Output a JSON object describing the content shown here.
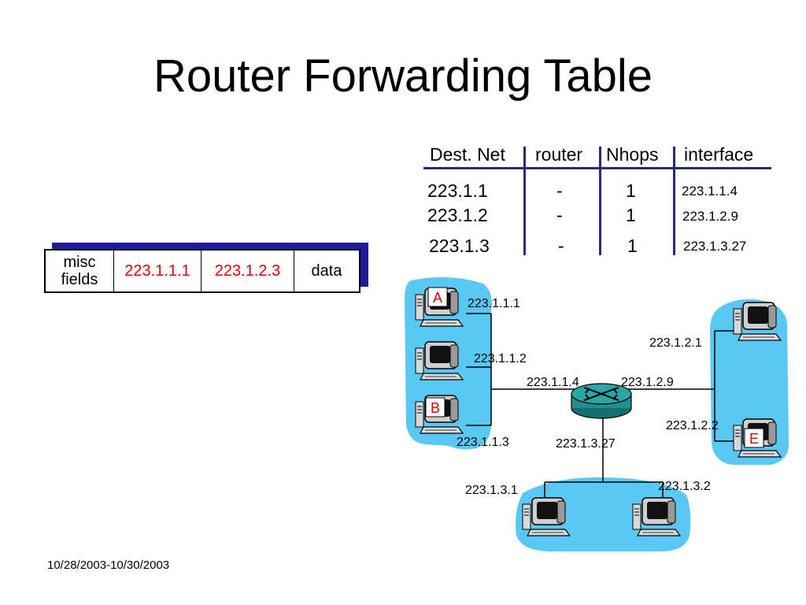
{
  "title": "Router Forwarding Table",
  "table": {
    "headers": [
      "Dest. Net",
      "router",
      "Nhops",
      "interface"
    ],
    "rows": [
      {
        "dest": "223.1.1",
        "router": "-",
        "nhops": "1",
        "iface": "223.1.1.4"
      },
      {
        "dest": "223.1.2",
        "router": "-",
        "nhops": "1",
        "iface": "223.1.2.9"
      },
      {
        "dest": "223.1.3",
        "router": "-",
        "nhops": "1",
        "iface": "223.1.3.27"
      }
    ]
  },
  "packet": {
    "misc_line1": "misc",
    "misc_line2": "fields",
    "src": "223.1.1.1",
    "dst": "223.1.2.3",
    "data": "data"
  },
  "network": {
    "host_a_ip": "223.1.1.1",
    "host_mid_ip": "223.1.1.2",
    "host_b_ip": "223.1.1.3",
    "router_if1": "223.1.1.4",
    "router_if2": "223.1.2.9",
    "router_if3": "223.1.3.27",
    "host_top_right_ip": "223.1.2.1",
    "host_e_ip": "223.1.2.2",
    "host_bottom_left_ip": "223.1.3.1",
    "host_bottom_right_ip": "223.1.3.2",
    "host_a_label": "A",
    "host_b_label": "B",
    "host_e_label": "E"
  },
  "footer": "10/28/2003-10/30/2003",
  "colors": {
    "subnet_fill": "#5ac8f5",
    "router_fill": "#1f8f8f",
    "table_lines": "#2a2a7a",
    "packet_shadow": "#1c1c9c",
    "highlight_red": "#e00000"
  }
}
